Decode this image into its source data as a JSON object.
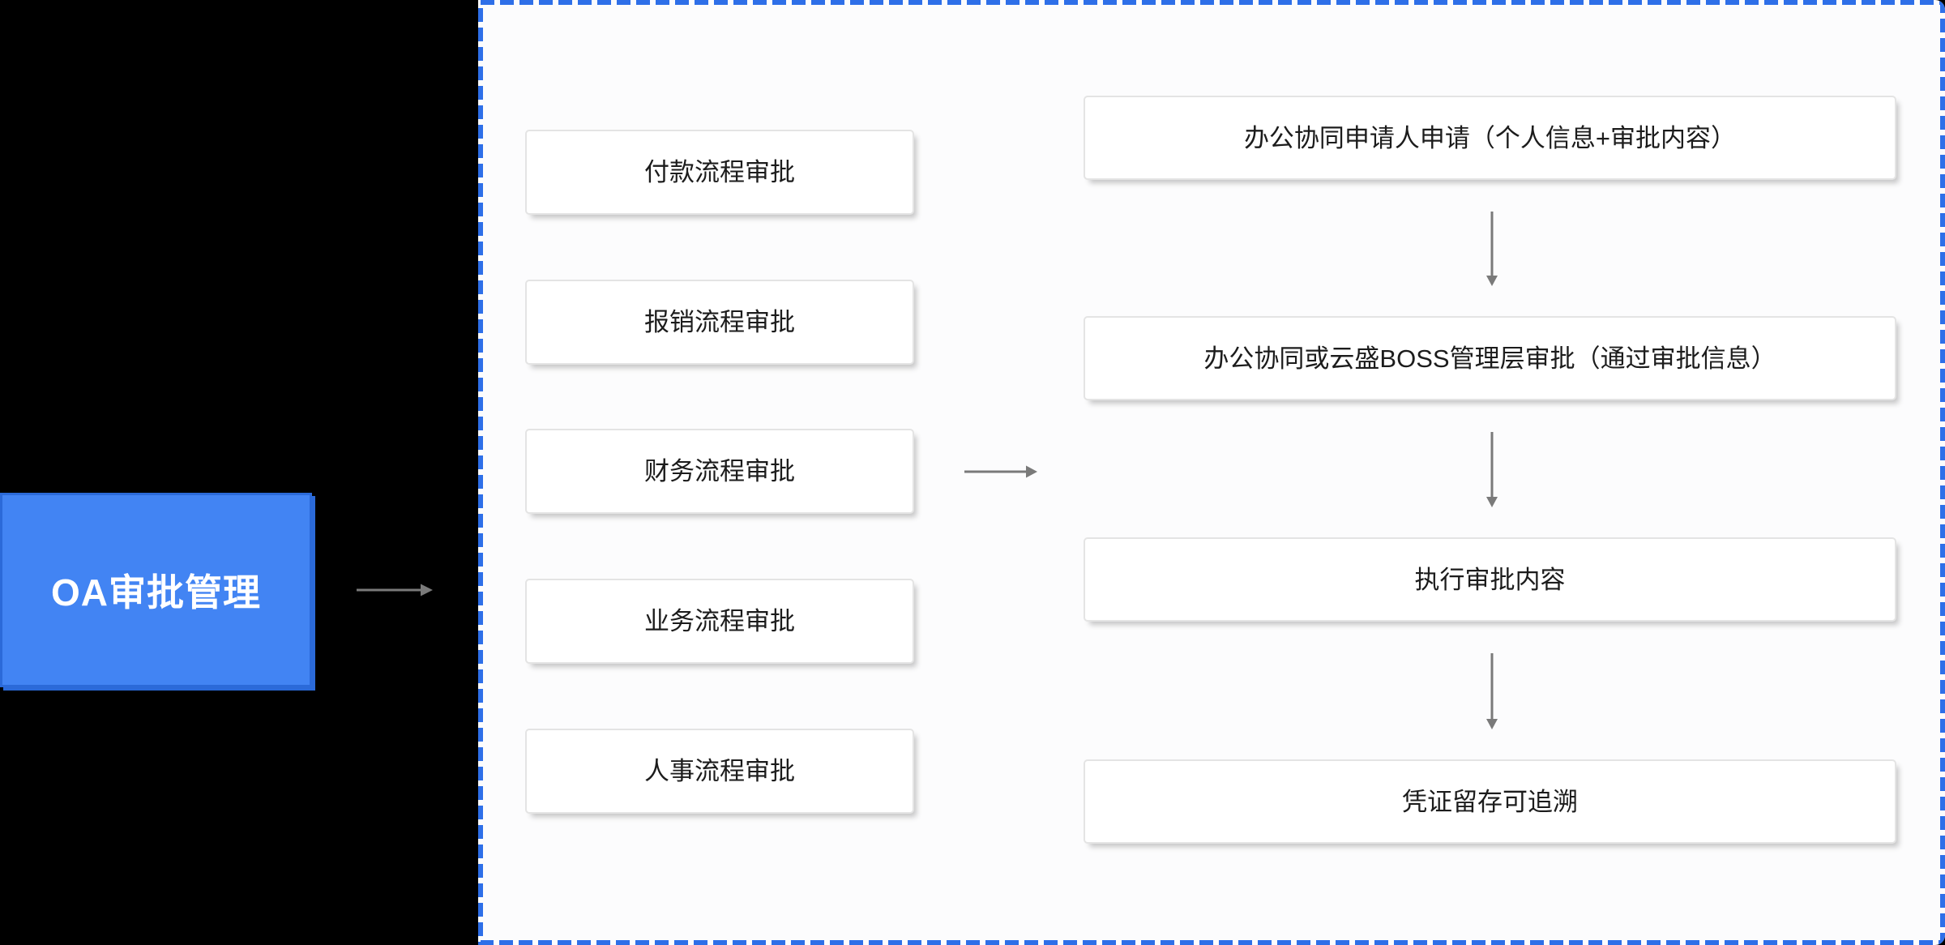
{
  "colors": {
    "accent_blue": "#2e6fe8",
    "root_fill": "#4284f3",
    "root_edge": "#2b6ad9",
    "arrow_gray": "#7a7a7a",
    "panel_bg": "#fcfcfd",
    "node_border": "#e4e4e4",
    "text_dark": "#1c1c1c"
  },
  "root_node": {
    "label": "OA审批管理"
  },
  "process_list": {
    "items": [
      {
        "label": "付款流程审批"
      },
      {
        "label": "报销流程审批"
      },
      {
        "label": "财务流程审批"
      },
      {
        "label": "业务流程审批"
      },
      {
        "label": "人事流程审批"
      }
    ]
  },
  "approval_flow": {
    "steps": [
      {
        "label": "办公协同申请人申请（个人信息+审批内容）"
      },
      {
        "label": "办公协同或云盛BOSS管理层审批（通过审批信息）"
      },
      {
        "label": "执行审批内容"
      },
      {
        "label": "凭证留存可追溯"
      }
    ]
  }
}
